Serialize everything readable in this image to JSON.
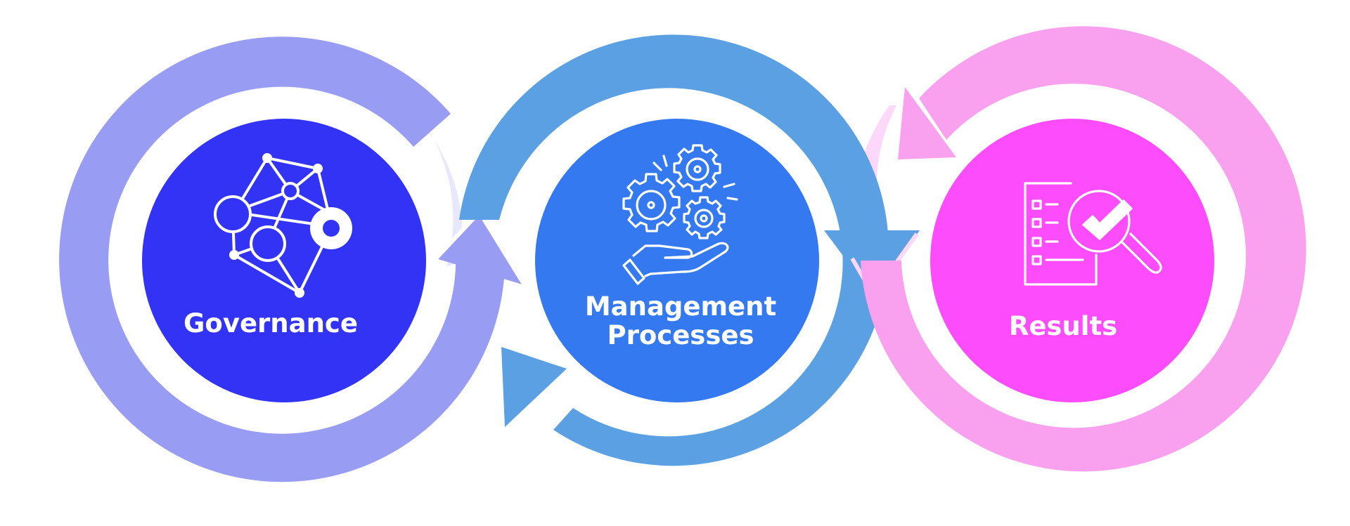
{
  "nodes": [
    {
      "id": "governance",
      "label_lines": [
        "Governance"
      ],
      "icon": "network-nodes-icon",
      "colors": {
        "inner": "#3333f5",
        "ring": "#989cf2",
        "tint": "#e7e7fd"
      }
    },
    {
      "id": "management-processes",
      "label_lines": [
        "Management",
        "Processes"
      ],
      "icon": "gears-on-hand-icon",
      "colors": {
        "inner": "#3479ef",
        "ring": "#5ba0e3",
        "tint": "#d8e9fb"
      }
    },
    {
      "id": "results",
      "label_lines": [
        "Results"
      ],
      "icon": "checklist-magnifier-icon",
      "colors": {
        "inner": "#fc4cfc",
        "ring": "#f9a0ee",
        "tint": "#fdd8fb"
      }
    }
  ]
}
